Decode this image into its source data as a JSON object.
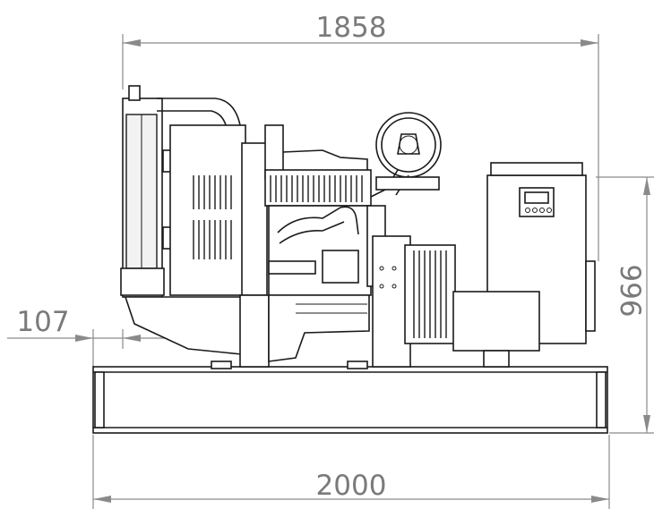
{
  "dimensions": {
    "overall_length": "1858",
    "base_length": "2000",
    "height": "996",
    "offset": "107"
  },
  "colors": {
    "line": "#1a1a1a",
    "dimension": "#8a8a8a",
    "dimension_text": "#7a7a7a",
    "background": "#ffffff"
  }
}
